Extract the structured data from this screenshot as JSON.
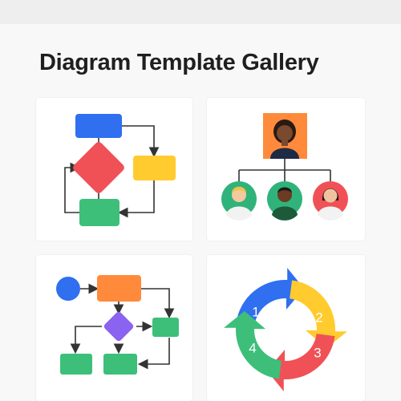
{
  "gallery": {
    "title": "Diagram Template Gallery",
    "templates": [
      {
        "icon": "flowchart-icon"
      },
      {
        "icon": "org-chart-icon"
      },
      {
        "icon": "process-flow-icon"
      },
      {
        "icon": "cycle-diagram-icon",
        "steps": [
          "1",
          "2",
          "3",
          "4"
        ]
      }
    ]
  },
  "colors": {
    "blue": "#2f6ff0",
    "red": "#f05156",
    "yellow": "#ffcb2e",
    "green": "#3dbf7a",
    "orange": "#ff8a3c",
    "purple": "#8a63f0",
    "teal": "#2fb37a"
  }
}
